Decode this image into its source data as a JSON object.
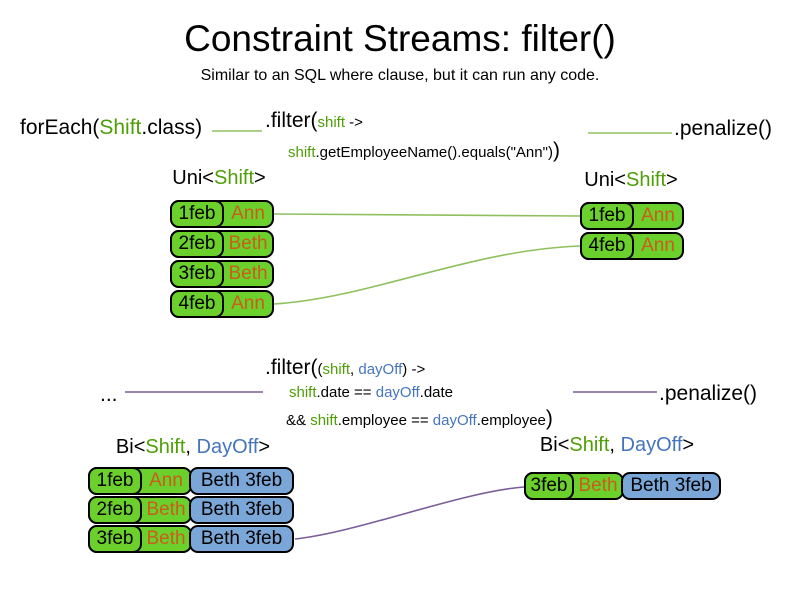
{
  "title": "Constraint Streams: filter()",
  "subtitle": "Similar to an SQL where clause, but it can run any code.",
  "colors": {
    "green_text": "#4e9e06",
    "blue_text": "#4575bd",
    "orange_text": "#cb5d1b",
    "green_fill": "#6bcf2c",
    "blue_fill": "#7aa7d8",
    "green_line": "#8fc05e",
    "purple_line": "#7b5c99"
  },
  "top": {
    "foreach": {
      "pre": "forEach(",
      "type": "Shift",
      "post": ".class)"
    },
    "filter": {
      "head_pre": ".filter(",
      "param": "shift",
      "arrow": " ->",
      "body_var": "shift",
      "body_rest": ".getEmployeeName().equals(\"Ann\")",
      "close": ")"
    },
    "penalize": ".penalize()",
    "left_table": {
      "header": {
        "pre": "Uni<",
        "type": "Shift",
        "post": ">"
      },
      "rows": [
        {
          "date": "1feb",
          "employee": "Ann"
        },
        {
          "date": "2feb",
          "employee": "Beth"
        },
        {
          "date": "3feb",
          "employee": "Beth"
        },
        {
          "date": "4feb",
          "employee": "Ann"
        }
      ]
    },
    "right_table": {
      "header": {
        "pre": "Uni<",
        "type": "Shift",
        "post": ">"
      },
      "rows": [
        {
          "date": "1feb",
          "employee": "Ann"
        },
        {
          "date": "4feb",
          "employee": "Ann"
        }
      ]
    }
  },
  "bottom": {
    "ellipsis": "...",
    "filter": {
      "head_pre": ".filter(",
      "head_paren": "(",
      "param1": "shift",
      "comma": ", ",
      "param2": "dayOff",
      "head_post": ") ->",
      "l2_var1": "shift",
      "l2_mid": ".date == ",
      "l2_var2": "dayOff",
      "l2_post": ".date",
      "l3_pre": "&& ",
      "l3_var1": "shift",
      "l3_mid": ".employee == ",
      "l3_var2": "dayOff",
      "l3_post": ".employee",
      "close": ")"
    },
    "penalize": ".penalize()",
    "left_table": {
      "header": {
        "pre": "Bi<",
        "type1": "Shift",
        "comma": ", ",
        "type2": "DayOff",
        "post": ">"
      },
      "rows": [
        {
          "date": "1feb",
          "employee": "Ann",
          "pair": "Beth 3feb"
        },
        {
          "date": "2feb",
          "employee": "Beth",
          "pair": "Beth 3feb"
        },
        {
          "date": "3feb",
          "employee": "Beth",
          "pair": "Beth 3feb"
        }
      ]
    },
    "right_table": {
      "header": {
        "pre": "Bi<",
        "type1": "Shift",
        "comma": ", ",
        "type2": "DayOff",
        "post": ">"
      },
      "rows": [
        {
          "date": "3feb",
          "employee": "Beth",
          "pair": "Beth 3feb"
        }
      ]
    }
  }
}
